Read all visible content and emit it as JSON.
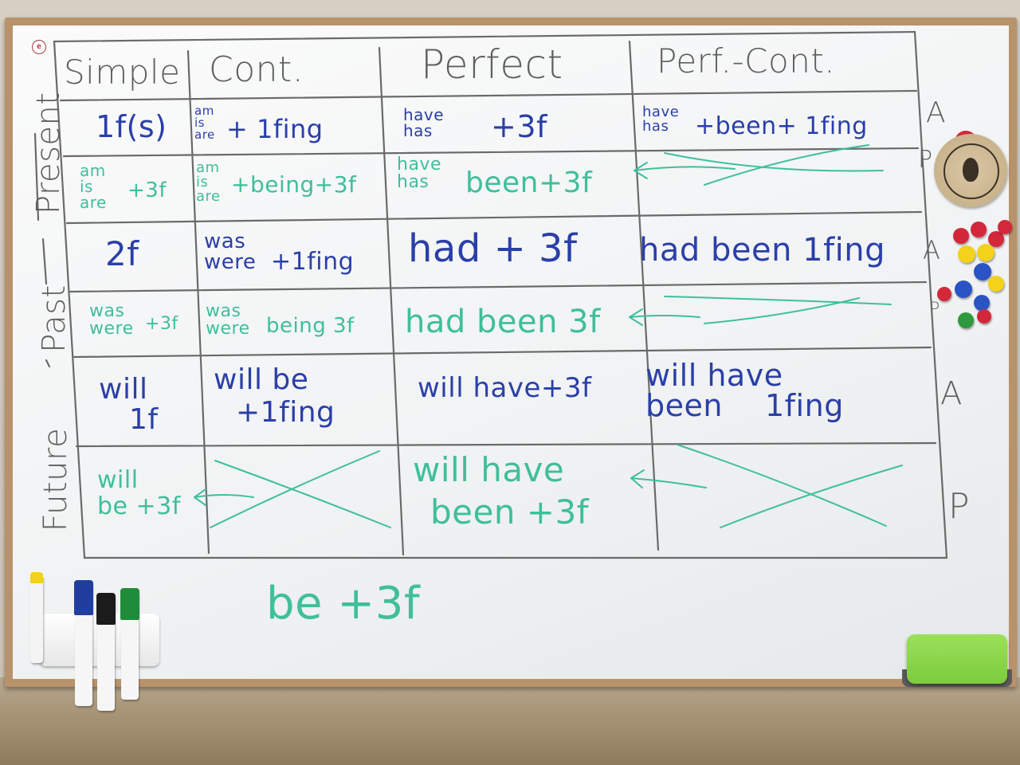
{
  "board": {
    "logo_letter": "e",
    "headers": {
      "simple": "Simple",
      "cont": "Cont.",
      "perfect": "Perfect",
      "perfcont": "Perf.-Cont."
    },
    "side_labels": {
      "present": "Present",
      "past": "Past",
      "future": "Future"
    },
    "right_letters": {
      "a1": "A",
      "p1": "P",
      "a2": "A",
      "p2": "P",
      "a3": "A",
      "p3": "P"
    },
    "present_active": {
      "simple": "1f(s)",
      "cont_aux": [
        "am",
        "is",
        "are"
      ],
      "cont_rest": "+ 1fing",
      "perfect_aux": [
        "have",
        "has"
      ],
      "perfect_rest": "+3f",
      "perfcont_aux": [
        "have",
        "has"
      ],
      "perfcont_rest": "+been+ 1fing"
    },
    "present_passive": {
      "simple_aux": [
        "am",
        "is",
        "are"
      ],
      "simple_rest": "+3f",
      "cont_aux": [
        "am",
        "is",
        "are"
      ],
      "cont_rest": "+being+3f",
      "perfect_aux": [
        "have",
        "has"
      ],
      "perfect_rest": "been+3f"
    },
    "past_active": {
      "simple": "2f",
      "cont_aux": [
        "was",
        "were"
      ],
      "cont_rest": "+1fing",
      "perfect": "had + 3f",
      "perfcont": "had been 1fing"
    },
    "past_passive": {
      "simple_aux": [
        "was",
        "were"
      ],
      "simple_rest": "+3f",
      "cont_aux": [
        "was",
        "were"
      ],
      "cont_rest": "being 3f",
      "perfect": "had been 3f"
    },
    "future_active": {
      "simple_lines": [
        "will",
        "1f"
      ],
      "cont_lines": [
        "will be",
        "+1fing"
      ],
      "perfect": "will have+3f",
      "perfcont_lines": [
        "will have",
        "been",
        "1fing"
      ]
    },
    "future_passive": {
      "simple_lines": [
        "will",
        "be +3f"
      ],
      "perfect_lines": [
        "will have",
        "been +3f"
      ]
    },
    "footer_note": "be +3f"
  },
  "colors": {
    "active_ink": "#2b3fa8",
    "passive_ink": "#3fbf9a",
    "grid_ink": "#6a6a6a"
  }
}
